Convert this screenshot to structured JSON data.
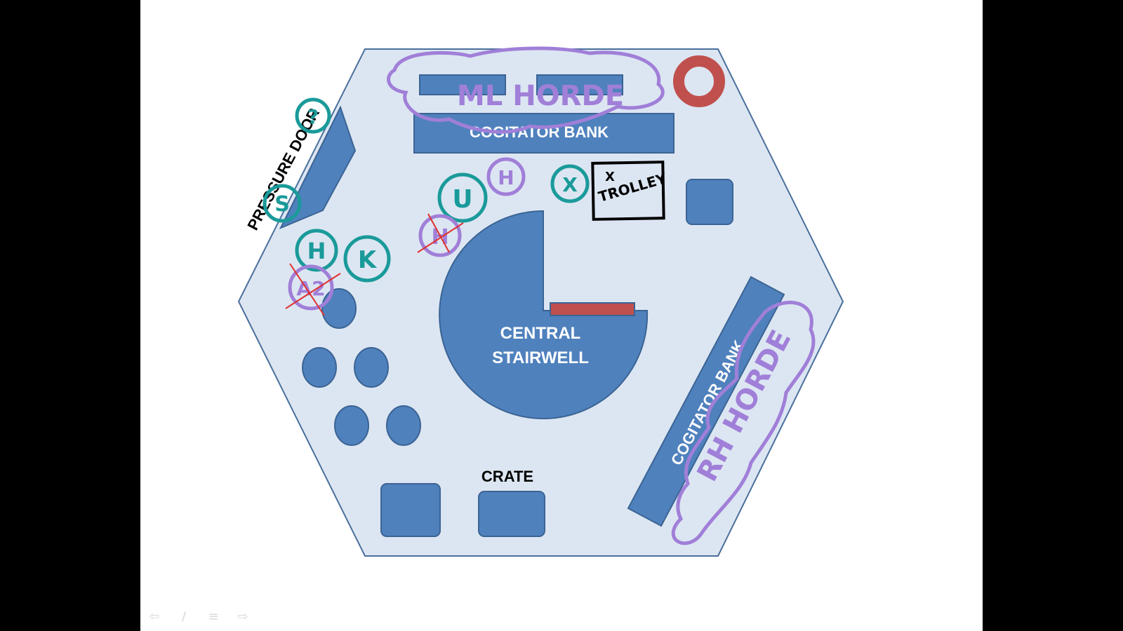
{
  "labels": {
    "pressure_door": "PRESSURE DOOR",
    "cogitator_bank_top": "COGITATOR BANK",
    "central_stairwell_line1": "CENTRAL",
    "central_stairwell_line2": "STAIRWELL",
    "cogitator_bank_right": "COGITATOR BANK",
    "crate": "CRATE"
  },
  "annotations": {
    "ml_horde": "ML HORDE",
    "rh_horde": "RH HORDE",
    "trolley_x": "X",
    "trolley": "TROLLEY"
  },
  "tokens": {
    "door_top": "?",
    "door_bottom": "S",
    "h_left": "H",
    "k": "K",
    "u": "U",
    "h_purple": "H",
    "x_teal": "X",
    "crossed_a2": "A2",
    "crossed_h": "H"
  },
  "nav": {
    "prev_icon": "⇦",
    "pen_icon": "∕",
    "menu_icon": "≡",
    "next_icon": "⇨"
  },
  "colors": {
    "floor": "#dce6f2",
    "floor_border": "#4a6f9c",
    "object": "#4f81bd",
    "object_border": "#3b6494",
    "red": "#c0504d",
    "teal": "#1a9a9a",
    "purple": "#a07fd8",
    "cross": "#e03030"
  }
}
